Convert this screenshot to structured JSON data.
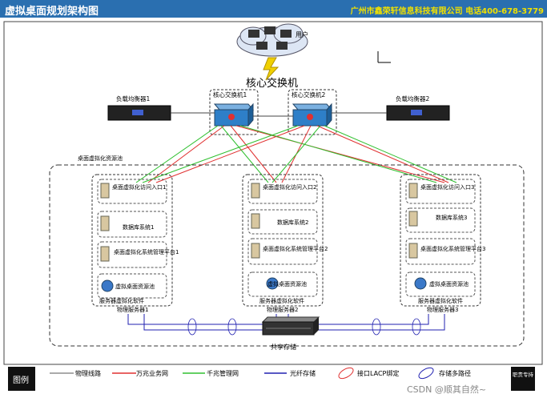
{
  "title": "虚拟桌面规划架构图",
  "company": "广州市鑫荣轩信息科技有限公司  电话400-678-3779",
  "user_label": "用户",
  "core_switch": "核心交换机",
  "switch1": "核心交换机1",
  "switch2": "核心交换机2",
  "lb1": "负载均衡器1",
  "lb2": "负载均衡器2",
  "pool": "桌面虚拟化资源池",
  "servers": [
    {
      "entry": "桌面虚拟化访问入口1",
      "db": "数据库系统1",
      "mgmt": "桌面虚拟化系统管理平台1",
      "res": "虚拟桌面资源池",
      "virt": "服务器虚拟化软件",
      "phys": "物理服务器1"
    },
    {
      "entry": "桌面虚拟化访问入口2",
      "db": "数据库系统2",
      "mgmt": "桌面虚拟化系统管理平台2",
      "res": "虚拟桌面资源池",
      "virt": "服务器虚拟化软件",
      "phys": "物理服务器2"
    },
    {
      "entry": "桌面虚拟化访问入口3",
      "db": "数据库系统3",
      "mgmt": "桌面虚拟化系统管理平台3",
      "res": "虚拟桌面资源池",
      "virt": "服务器虚拟化软件",
      "phys": "物理服务器3"
    }
  ],
  "storage": "共享存储",
  "legend": {
    "title": "图例",
    "physical": "物理线路",
    "gigabit_biz": "万兆业务网",
    "gigabit_mgmt": "千兆管理网",
    "fiber": "光纤存储",
    "lacp": "接口LACP绑定",
    "multipath": "存储多路径",
    "corner": "职责专持"
  },
  "watermark": "CSDN @顺其自然~",
  "colors": {
    "title_bg": "#2a6fb0",
    "red_line": "#e03030",
    "green_line": "#30c030",
    "blue_line": "#2020b0"
  }
}
